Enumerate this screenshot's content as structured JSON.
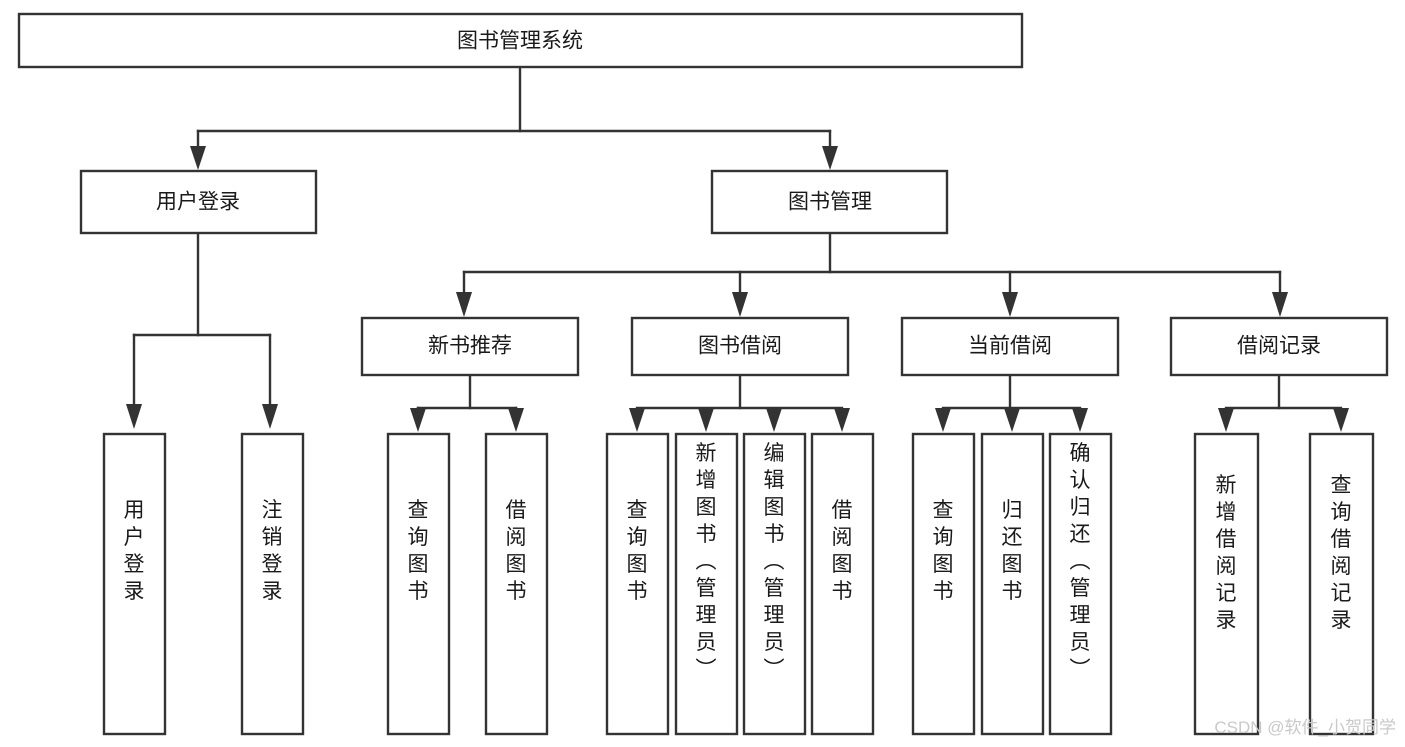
{
  "diagram": {
    "title": "图书管理系统",
    "type": "tree-hierarchy-chart",
    "colors": {
      "box_stroke": "#333333",
      "box_fill": "#ffffff",
      "text": "#1a1a1a",
      "background": "#ffffff",
      "watermark": "#c9c9c9"
    },
    "root": {
      "label": "图书管理系统"
    },
    "level2": [
      {
        "label": "用户登录"
      },
      {
        "label": "图书管理"
      }
    ],
    "user_login_children": [
      {
        "label": "用户登录"
      },
      {
        "label": "注销登录"
      }
    ],
    "book_manage_children": [
      {
        "label": "新书推荐"
      },
      {
        "label": "图书借阅"
      },
      {
        "label": "当前借阅"
      },
      {
        "label": "借阅记录"
      }
    ],
    "new_book_children": [
      {
        "label": "查询图书"
      },
      {
        "label": "借阅图书"
      }
    ],
    "borrow_book_children": [
      {
        "label": "查询图书"
      },
      {
        "label": "新增图书（管理员）"
      },
      {
        "label": "编辑图书（管理员）"
      },
      {
        "label": "借阅图书"
      }
    ],
    "current_borrow_children": [
      {
        "label": "查询图书"
      },
      {
        "label": "归还图书"
      },
      {
        "label": "确认归还（管理员）"
      }
    ],
    "borrow_record_children": [
      {
        "label": "新增借阅记录"
      },
      {
        "label": "查询借阅记录"
      }
    ],
    "watermark": "CSDN @软件_小贺同学"
  }
}
